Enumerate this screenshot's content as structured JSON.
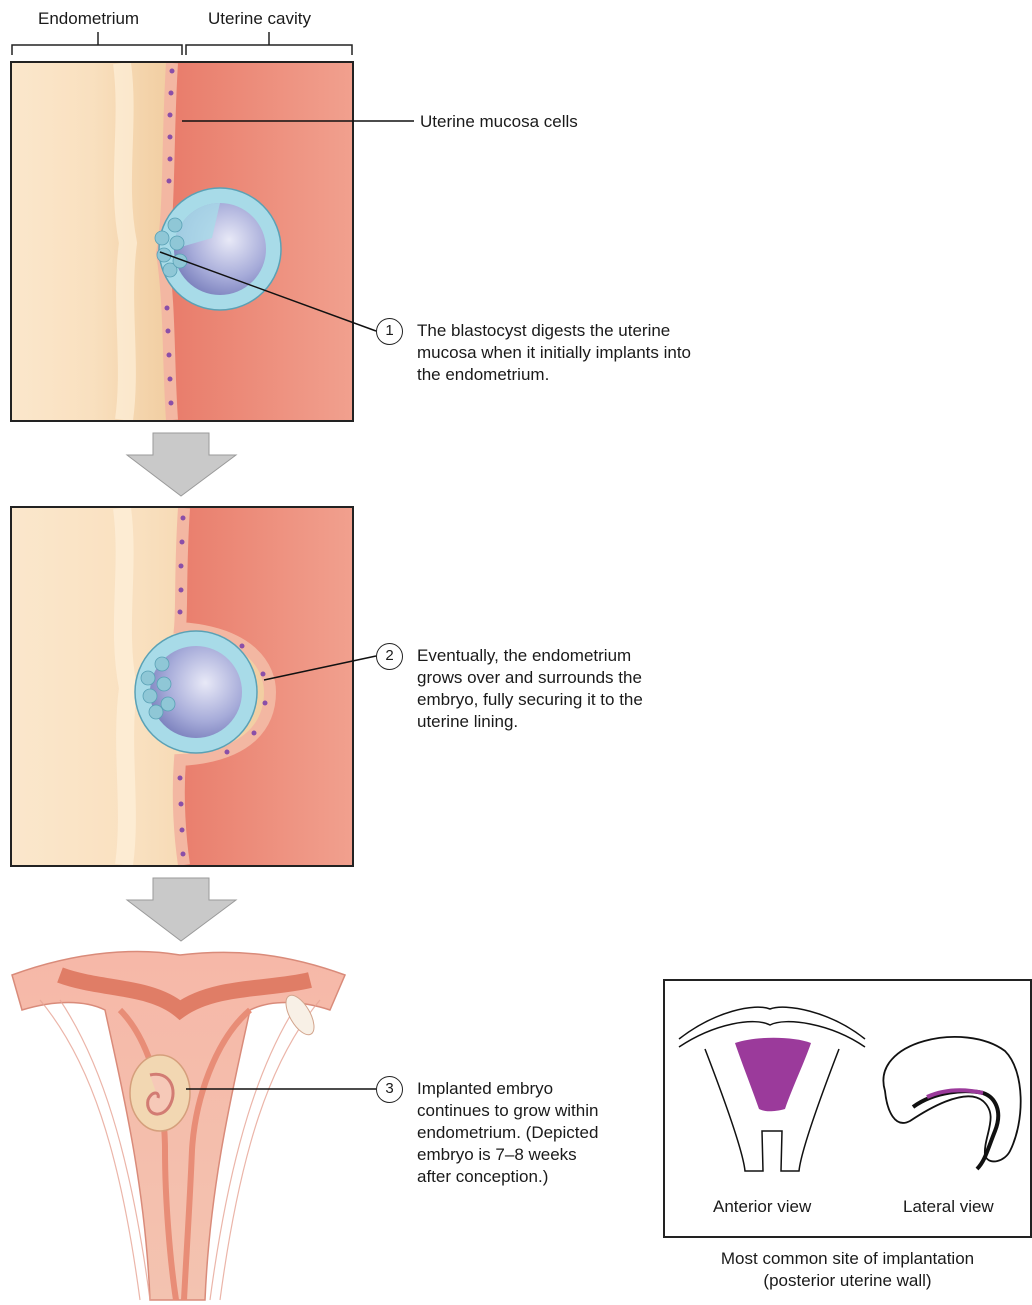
{
  "labels": {
    "endometrium": "Endometrium",
    "uterine_cavity": "Uterine cavity",
    "uterine_mucosa_cells": "Uterine mucosa cells"
  },
  "steps": [
    {
      "number": "1",
      "text": "The blastocyst digests the uterine\nmucosa when it initially implants into\nthe endometrium."
    },
    {
      "number": "2",
      "text": "Eventually, the endometrium\ngrows over and surrounds the\nembryo, fully securing it to the\nuterine lining."
    },
    {
      "number": "3",
      "text": "Implanted embryo\ncontinues to grow within\nendometrium. (Depicted\nembryo is 7–8 weeks\nafter conception.)"
    }
  ],
  "inset": {
    "anterior_label": "Anterior view",
    "lateral_label": "Lateral view",
    "caption": "Most common site of implantation\n(posterior uterine wall)"
  },
  "colors": {
    "endometrium": "#f6d9b4",
    "uterine_cavity": "#ea7a66",
    "blastocyst": "#8f95cc",
    "trophoblast_cells": "#b7e0ea",
    "mucosa_cells": "#f3b7a2",
    "nuclei": "#8a4fa8",
    "implantation_site": "#9b3a9b",
    "arrow": "#c9c9c9"
  }
}
